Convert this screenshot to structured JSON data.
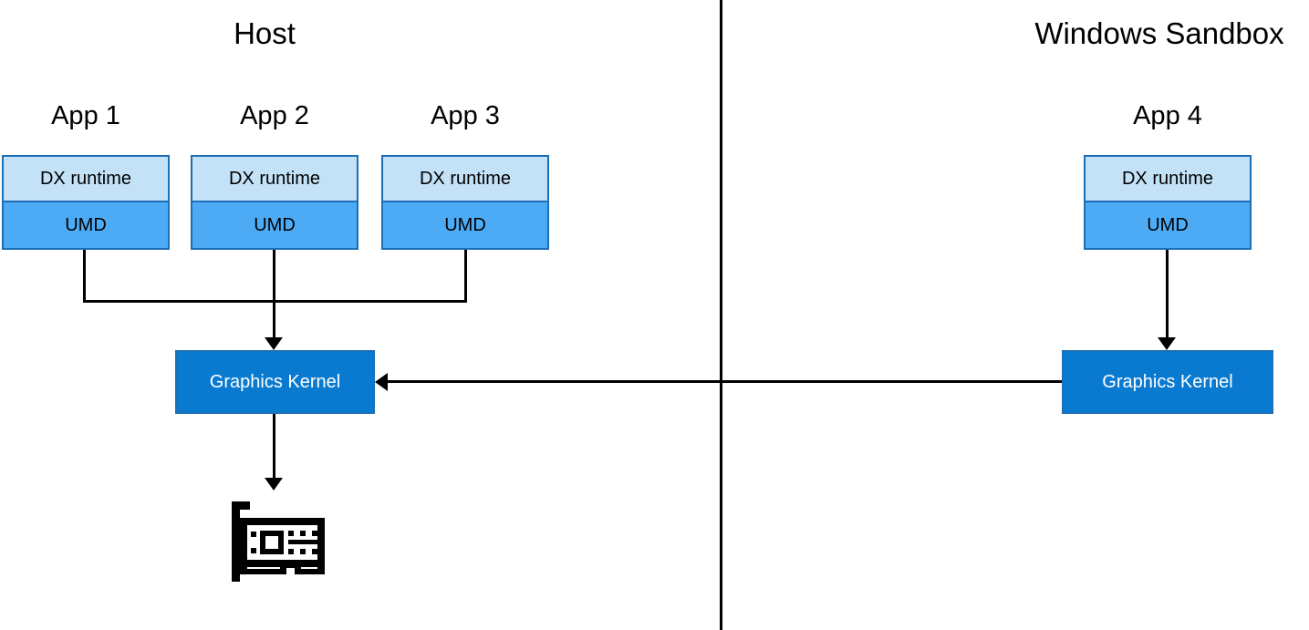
{
  "diagram": {
    "title_left": "Host",
    "title_right": "Windows Sandbox",
    "layer_labels": {
      "dx_runtime": "DX runtime",
      "umd": "UMD"
    },
    "apps": [
      {
        "label": "App 1",
        "dx_runtime": "DX runtime",
        "umd": "UMD",
        "side": "host"
      },
      {
        "label": "App 2",
        "dx_runtime": "DX runtime",
        "umd": "UMD",
        "side": "host"
      },
      {
        "label": "App 3",
        "dx_runtime": "DX runtime",
        "umd": "UMD",
        "side": "host"
      },
      {
        "label": "App 4",
        "dx_runtime": "DX runtime",
        "umd": "UMD",
        "side": "sandbox"
      }
    ],
    "kernels": [
      {
        "label": "Graphics Kernel",
        "side": "host"
      },
      {
        "label": "Graphics Kernel",
        "side": "sandbox"
      }
    ],
    "hardware": {
      "icon": "gpu-card-icon"
    },
    "colors": {
      "dx_runtime_fill": "#C3E2F8",
      "umd_fill": "#4DABF5",
      "kernel_fill": "#0A7AD1",
      "box_border": "#1C6FB4",
      "line": "#000000",
      "kernel_text": "#FFFFFF",
      "background": "#FFFFFF"
    },
    "connections": [
      {
        "from": "App 1 UMD",
        "to": "Graphics Kernel (Host)",
        "style": "elbow"
      },
      {
        "from": "App 2 UMD",
        "to": "Graphics Kernel (Host)",
        "style": "straight-arrow"
      },
      {
        "from": "App 3 UMD",
        "to": "Graphics Kernel (Host)",
        "style": "elbow"
      },
      {
        "from": "App 4 UMD",
        "to": "Graphics Kernel (Sandbox)",
        "style": "straight-arrow"
      },
      {
        "from": "Graphics Kernel (Sandbox)",
        "to": "Graphics Kernel (Host)",
        "style": "straight-arrow-left"
      },
      {
        "from": "Graphics Kernel (Host)",
        "to": "GPU",
        "style": "straight-arrow"
      }
    ]
  }
}
